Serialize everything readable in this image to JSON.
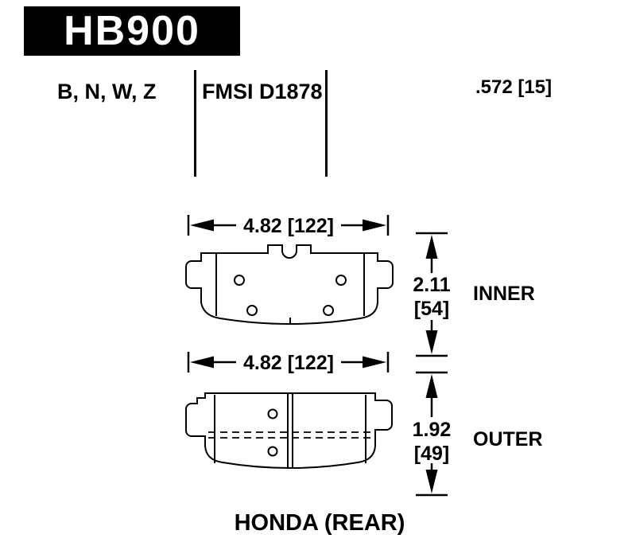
{
  "header": {
    "part_number": "HB900"
  },
  "codes": {
    "compounds": "B, N, W, Z",
    "fmsi": "FMSI D1878",
    "thickness": ".572 [15]"
  },
  "drawing": {
    "inner": {
      "width": "4.82 [122]",
      "height_in": "2.11",
      "height_mm": "[54]",
      "label": "INNER"
    },
    "outer": {
      "width": "4.82 [122]",
      "height_in": "1.92",
      "height_mm": "[49]",
      "label": "OUTER"
    },
    "application": "HONDA (REAR)"
  },
  "colors": {
    "ink": "#000000",
    "background": "#ffffff"
  }
}
